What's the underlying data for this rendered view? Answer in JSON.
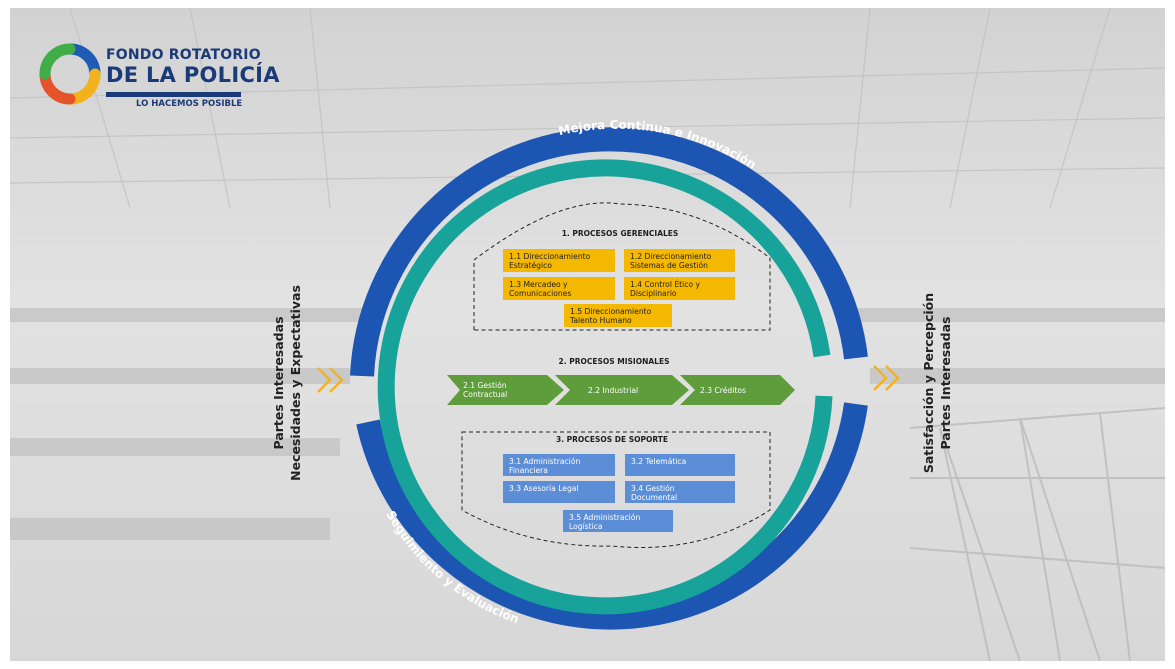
{
  "logo": {
    "line1": "FONDO ROTATORIO",
    "line2": "DE LA POLICÍA",
    "tagline": "LO HACEMOS POSIBLE",
    "colors": [
      "#1f5bb5",
      "#3aa0d8",
      "#f2b21e",
      "#e5532b",
      "#3fae49"
    ]
  },
  "outer_ring": {
    "top_label": "Mejora Continua e Innovación",
    "bottom_label": "Seguimiento y Evaluación",
    "color": "#1d55b3"
  },
  "inner_ring": {
    "color": "#18a39a"
  },
  "left_side": {
    "line1": "Partes Interesadas",
    "line2": "Necesidades y Expectativas"
  },
  "right_side": {
    "line1": "Satisfacción y Percepción",
    "line2": "Partes Interesadas"
  },
  "arrow_color": "#f2b21e",
  "gerenciales": {
    "title": "1. PROCESOS GERENCIALES",
    "items": [
      {
        "l1": "1.1 Direccionamiento",
        "l2": "Estratégico"
      },
      {
        "l1": "1.2 Direccionamiento",
        "l2": "Sistemas de Gestión"
      },
      {
        "l1": "1.3 Mercadeo y",
        "l2": "Comunicaciones"
      },
      {
        "l1": "1.4 Control Ético y",
        "l2": "Disciplinario"
      },
      {
        "l1": "1.5 Direccionamiento",
        "l2": "Talento Humano"
      }
    ],
    "color": "#f5b800"
  },
  "misionales": {
    "title": "2. PROCESOS MISIONALES",
    "items": [
      {
        "l1": "2.1 Gestión",
        "l2": "Contractual"
      },
      {
        "l1": "2.2 Industrial",
        "l2": ""
      },
      {
        "l1": "2.3 Créditos",
        "l2": ""
      }
    ],
    "color": "#5e9c3c"
  },
  "soporte": {
    "title": "3. PROCESOS DE SOPORTE",
    "items": [
      {
        "l1": "3.1 Administración",
        "l2": "Financiera"
      },
      {
        "l1": "3.2 Telemática",
        "l2": ""
      },
      {
        "l1": "3.3 Asesoría Legal",
        "l2": ""
      },
      {
        "l1": "3.4 Gestión",
        "l2": "Documental"
      },
      {
        "l1": "3.5 Administración",
        "l2": "Logística"
      }
    ],
    "color": "#5b8ed6"
  }
}
